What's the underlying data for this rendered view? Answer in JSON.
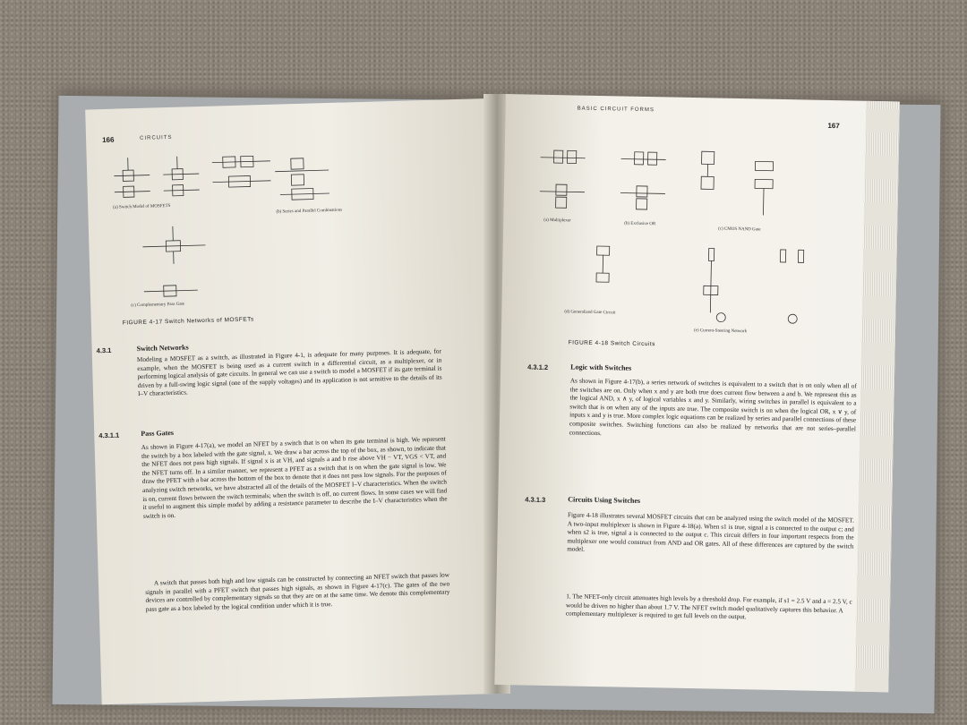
{
  "left_page": {
    "page_number": "166",
    "running_header": "CIRCUITS",
    "captions": {
      "a": "(a) Switch Model of MOSFETS",
      "b": "(b) Series and Parallel Combinations",
      "c": "(c) Complementary Pass Gate"
    },
    "figure_caption": "FIGURE 4-17   Switch Networks of MOSFETs",
    "section_num": "4.3.1",
    "section_title": "Switch Networks",
    "para1": "Modeling a MOSFET as a switch, as illustrated in Figure 4-1, is adequate for many purposes. It is adequate, for example, when the MOSFET is being used as a current switch in a differential circuit, as a multiplexer, or in performing logical analysis of gate circuits. In general we can use a switch to model a MOSFET if its gate terminal is driven by a full-swing logic signal (one of the supply voltages) and its application is not sensitive to the details of its I–V characteristics.",
    "subsection_num": "4.3.1.1",
    "subsection_title": "Pass Gates",
    "para2": "As shown in Figure 4-17(a), we model an NFET by a switch that is on when its gate terminal is high. We represent the switch by a box labeled with the gate signal, x. We draw a bar across the top of the box, as shown, to indicate that the NFET does not pass high signals. If signal x is at VH, and signals a and b rise above VH − VT, VGS < VT, and the NFET turns off. In a similar manner, we represent a PFET as a switch that is on when the gate signal is low. We draw the PFET with a bar across the bottom of the box to denote that it does not pass low signals. For the purposes of analyzing switch networks, we have abstracted all of the details of the MOSFET I–V characteristics. When the switch is on, current flows between the switch terminals; when the switch is off, no current flows. In some cases we will find it useful to augment this simple model by adding a resistance parameter to describe the I–V characteristics when the switch is on.",
    "para3": "A switch that passes both high and low signals can be constructed by connecting an NFET switch that passes low signals in parallel with a PFET switch that passes high signals, as shown in Figure 4-17(c). The gates of the two devices are controlled by complementary signals so that they are on at the same time. We denote this complementary pass gate as a box labeled by the logical condition under which it is true."
  },
  "right_page": {
    "page_number": "167",
    "running_header": "BASIC CIRCUIT FORMS",
    "captions": {
      "a": "(a) Multiplexer",
      "b": "(b) Exclusive OR",
      "c": "(c) CMOS NAND Gate",
      "d": "(d) Generalized Gate Circuit",
      "e": "(e) Current-Steering Network"
    },
    "figure_caption": "FIGURE 4-18   Switch Circuits",
    "sec1_num": "4.3.1.2",
    "sec1_title": "Logic with Switches",
    "para1": "As shown in Figure 4-17(b), a series network of switches is equivalent to a switch that is on only when all of the switches are on. Only when x and y are both true does current flow between a and b. We represent this as the logical AND, x ∧ y, of logical variables x and y. Similarly, wiring switches in parallel is equivalent to a switch that is on when any of the inputs are true. The composite switch is on when the logical OR, x ∨ y, of inputs x and y is true. More complex logic equations can be realized by series and parallel connections of these composite switches. Switching functions can also be realized by networks that are not series–parallel connections.",
    "sec2_num": "4.3.1.3",
    "sec2_title": "Circuits Using Switches",
    "para2": "Figure 4-18 illustrates several MOSFET circuits that can be analyzed using the switch model of the MOSFET. A two-input multiplexer is shown in Figure 4-18(a). When s1 is true, signal a is connected to the output c; and when s2 is true, signal a is connected to the output c. This circuit differs in four important respects from the multiplexer one would construct from AND and OR gates. All of these differences are captured by the switch model.",
    "footnote": "1. The NFET-only circuit attenuates high levels by a threshold drop. For example, if s1 = 2.5 V and a = 2.5 V, c would be driven no higher than about 1.7 V. The NFET switch model qualitatively captures this behavior. A complementary multiplexer is required to get full levels on the output."
  }
}
